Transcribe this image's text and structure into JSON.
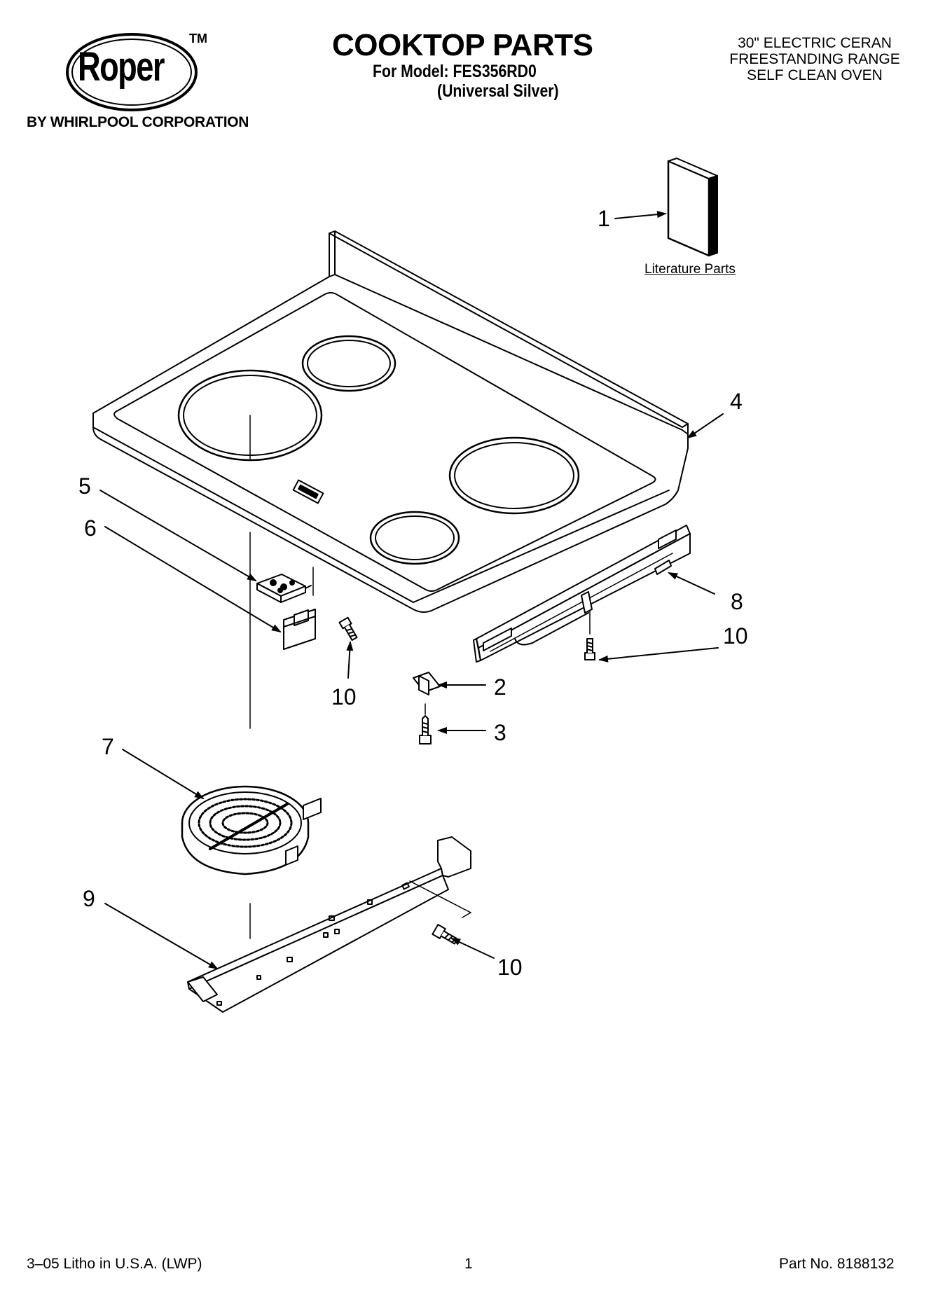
{
  "brand": {
    "logo_text": "Roper",
    "trademark": "TM",
    "corporation": "BY WHIRLPOOL CORPORATION"
  },
  "header": {
    "title": "COOKTOP PARTS",
    "model_line": "For Model: FES356RD0",
    "variant_line": "(Universal Silver)",
    "description": [
      "30\" ELECTRIC CERAN",
      "FREESTANDING RANGE",
      "SELF CLEAN OVEN"
    ]
  },
  "callouts": {
    "c1": "1",
    "c2": "2",
    "c3": "3",
    "c4": "4",
    "c5": "5",
    "c6": "6",
    "c7": "7",
    "c8": "8",
    "c9": "9",
    "c10a": "10",
    "c10b": "10",
    "c10c": "10"
  },
  "literature_label": "Literature Parts",
  "footer": {
    "left": "3–05 Litho in U.S.A. (LWP)",
    "center": "1",
    "right": "Part No. 8188132"
  }
}
